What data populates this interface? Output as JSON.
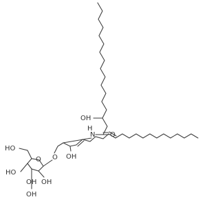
{
  "labels": {
    "oh_acyl": "OH",
    "carbonyl_o": "O",
    "nh": "N",
    "h": "H",
    "oh_sphingoid": "OH",
    "ring_link_o": "O",
    "ring_o": "O",
    "ho_ch2": "HO",
    "ho_c4": "HO",
    "oh_c3": "OH",
    "oh_c2": "OH",
    "oh_c3b": "OH"
  },
  "colors": {
    "bond": "#3a3a3a",
    "text": "#333333"
  }
}
